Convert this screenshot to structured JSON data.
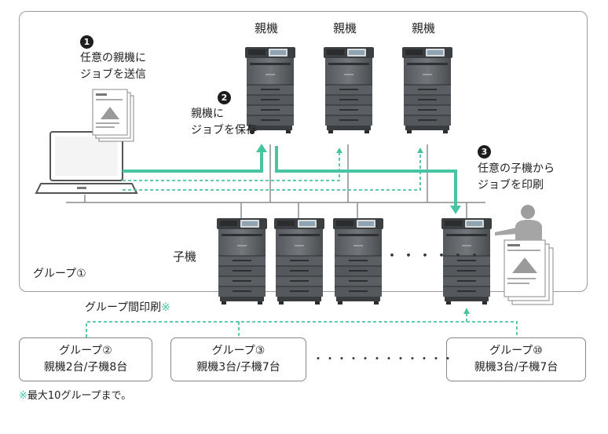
{
  "group1_label": "グループ①",
  "parent_labels": [
    "親機",
    "親機",
    "親機"
  ],
  "child_label": "子機",
  "steps": [
    {
      "num": "1",
      "text_line1": "任意の親機に",
      "text_line2": "ジョブを送信"
    },
    {
      "num": "2",
      "text_line1": "親機に",
      "text_line2": "ジョブを保存"
    },
    {
      "num": "3",
      "text_line1": "任意の子機から",
      "text_line2": "ジョブを印刷"
    }
  ],
  "inter_group": {
    "label": "グループ間印刷",
    "mark": "※"
  },
  "groups": [
    {
      "name": "グループ②",
      "detail": "親機2台/子機8台"
    },
    {
      "name": "グループ③",
      "detail": "親機3台/子機7台"
    },
    {
      "name": "グループ⑩",
      "detail": "親機3台/子機7台"
    }
  ],
  "ellipsis_children": "・・・・・・",
  "ellipsis_groups": "・・・・・・・・・・・・",
  "footnote": {
    "mark": "※",
    "text": "最大10グループまで。"
  },
  "colors": {
    "accent": "#49c4a3",
    "frame": "#9a9a9a",
    "machine_dark": "#3f4245",
    "machine_light": "#6a6e72"
  }
}
